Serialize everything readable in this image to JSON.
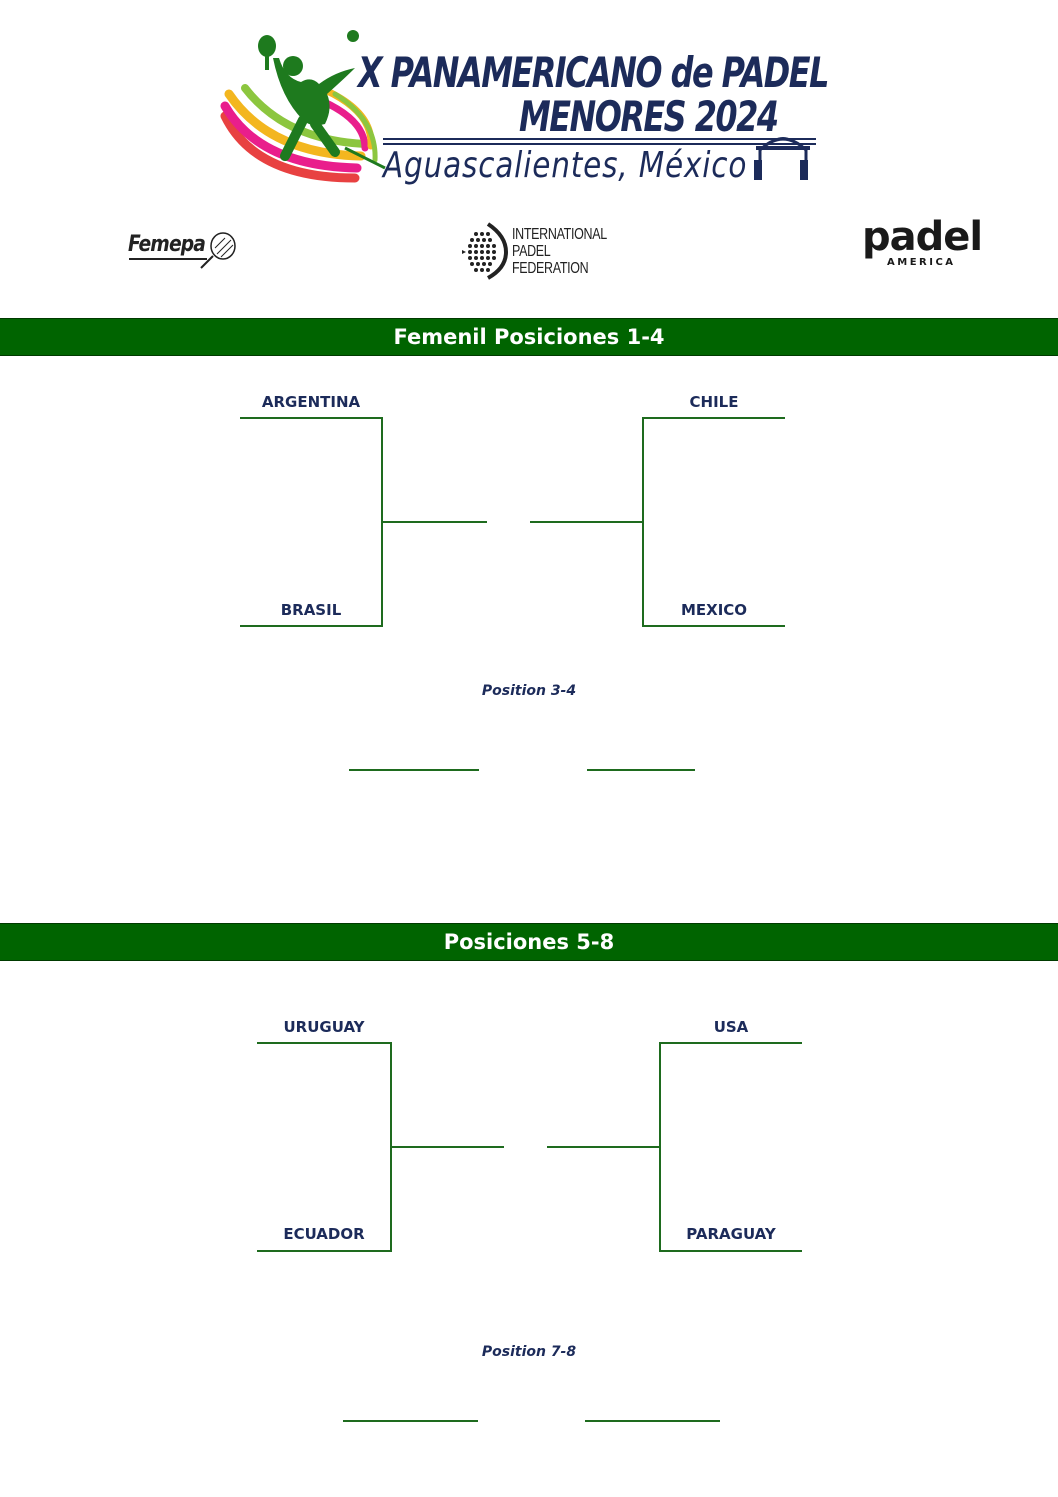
{
  "header": {
    "title_line1": "X PANAMERICANO de PADEL",
    "title_line2": "MENORES 2024",
    "subtitle": "Aguascalientes, México",
    "colors": {
      "navy": "#1c2b5a",
      "green": "#1e7a1e"
    }
  },
  "sponsors": {
    "femepa": "Femepa",
    "ipf_lines": [
      "INTERNATIONAL",
      "PADEL",
      "FEDERATION"
    ],
    "padel_america_word": "padel",
    "padel_america_sub": "AMERICA"
  },
  "sections": [
    {
      "title": "Femenil Posiciones 1-4",
      "left_bracket": [
        "ARGENTINA",
        "BRASIL"
      ],
      "right_bracket": [
        "CHILE",
        "MEXICO"
      ],
      "position_label": "Position 3-4"
    },
    {
      "title": "Posiciones 5-8",
      "left_bracket": [
        "URUGUAY",
        "ECUADOR"
      ],
      "right_bracket": [
        "USA",
        "PARAGUAY"
      ],
      "position_label": "Position 7-8"
    }
  ],
  "theme": {
    "bar_color": "#006400",
    "line_color": "#1e6b1e"
  }
}
